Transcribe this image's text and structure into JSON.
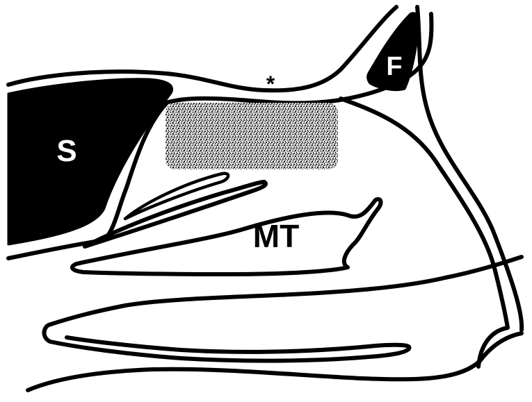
{
  "labels": {
    "sinus": "S",
    "frontal": "F",
    "middle_turbinate": "MT",
    "marker": "*"
  },
  "colors": {
    "ink": "#000000",
    "paper": "#ffffff",
    "label_on_dark": "#ffffff",
    "hatch": "#5a5a5a"
  }
}
